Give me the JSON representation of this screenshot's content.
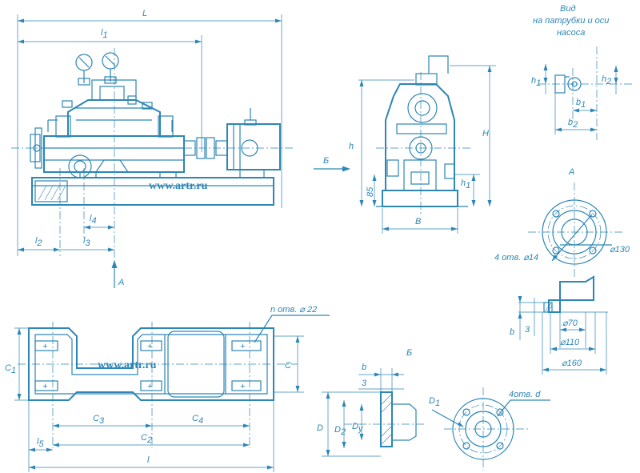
{
  "watermarks": [
    "www.artr.ru",
    "www.artr.ru"
  ],
  "front_view": {
    "dims": {
      "L": "L",
      "l1": "l",
      "l1_sub": "1",
      "l2": "l",
      "l2_sub": "2",
      "l3": "l",
      "l3_sub": "3",
      "l4": "l",
      "l4_sub": "4"
    },
    "arrow_label": "A"
  },
  "side_view": {
    "dims": {
      "h": "h",
      "H": "H",
      "h1": "h",
      "h1_sub": "1",
      "B": "B",
      "h85": "85"
    },
    "arrow_label": "Б"
  },
  "nozzle_view": {
    "title_lines": [
      "Вид",
      "на патрубки и оси",
      "насоса"
    ],
    "dims": {
      "h1": "h",
      "h1_sub": "1",
      "h2": "h",
      "h2_sub": "2",
      "b1": "b",
      "b1_sub": "1",
      "b2": "b",
      "b2_sub": "2"
    }
  },
  "view_a": {
    "title": "A",
    "callouts": {
      "holes": "4 отв. ⌀14",
      "d130": "⌀130",
      "d70": "⌀70",
      "d110": "⌀110",
      "d160": "⌀160",
      "b": "b",
      "three": "3"
    }
  },
  "plan_view": {
    "callout": "n отв. ⌀ 22",
    "dims": {
      "C1": "C",
      "C1_sub": "1",
      "C": "C",
      "C3": "C",
      "C3_sub": "3",
      "C4": "C",
      "C4_sub": "4",
      "C2": "C",
      "C2_sub": "2",
      "l5": "l",
      "l5_sub": "5",
      "l": "l"
    }
  },
  "view_b": {
    "title": "Б",
    "dims": {
      "b": "b",
      "three": "3",
      "D": "D",
      "D2": "D",
      "D2_sub": "2",
      "Dy": "D",
      "Dy_sub": "y",
      "D1": "D",
      "D1_sub": "1",
      "holes": "4отв. d"
    }
  }
}
